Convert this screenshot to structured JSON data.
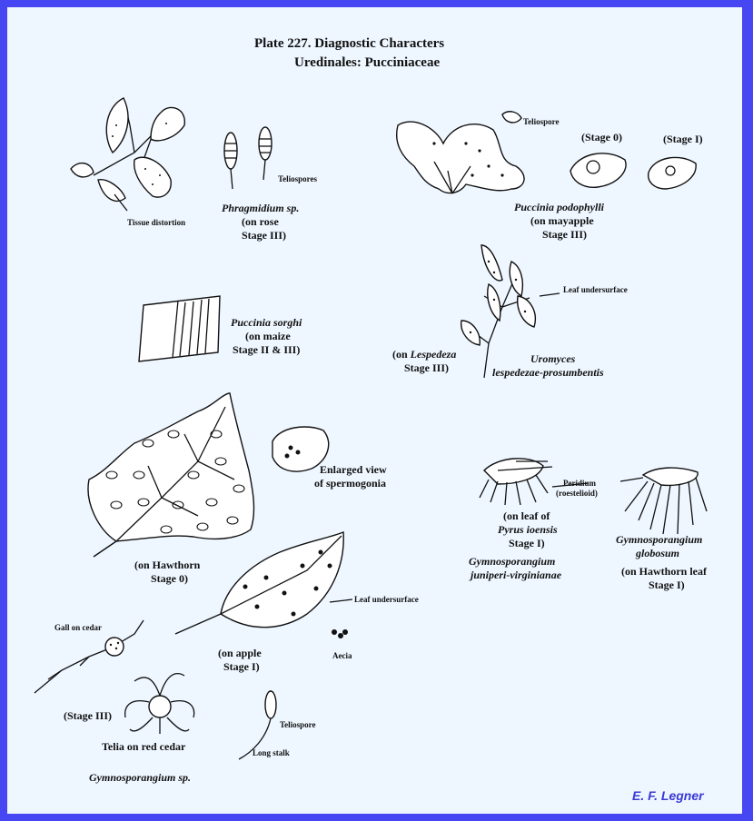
{
  "title": {
    "line1": "Plate 227.  Diagnostic Characters",
    "line2": "Uredinales:  Pucciniaceae"
  },
  "phragmidium": {
    "tissue_label": "Tissue distortion",
    "teliospores_label": "Teliospores",
    "name": "Phragmidium sp.",
    "host": "(on rose",
    "stage": "Stage III)"
  },
  "podophylli": {
    "teliospore_label": "Teliospore",
    "stage0": "(Stage 0)",
    "stage1": "(Stage I)",
    "name": "Puccinia podophylli",
    "host": "(on mayapple",
    "stage": "Stage III)"
  },
  "sorghi": {
    "name": "Puccinia sorghi",
    "host": "(on maize",
    "stage": "Stage II & III)"
  },
  "uromyces": {
    "underside_label": "Leaf undersurface",
    "host_prefix": "(on ",
    "host_genus": "Lespedeza",
    "stage": "Stage III)",
    "name1": "Uromyces",
    "name2": "lespedezae-prosumbentis"
  },
  "hawthorn": {
    "enlarged1": "Enlarged view",
    "enlarged2": "of spermogonia",
    "host": "(on Hawthorn",
    "stage": "Stage 0)"
  },
  "apple": {
    "underside_label": "Leaf undersurface",
    "host": "(on apple",
    "stage": "Stage I)",
    "aecia_label": "Aecia"
  },
  "cedar": {
    "gall_label": "Gall on cedar",
    "stage": "(Stage III)",
    "telia_label": "Telia on red cedar",
    "teliospore_label": "Teliospore",
    "stalk_label": "Long stalk",
    "name": "Gymnosporangium sp."
  },
  "juniperi": {
    "peridium1": "Peridium",
    "peridium2": "(roestelioid)",
    "host1": "(on leaf of",
    "host2": "Pyrus ioensis",
    "stage": "Stage I)",
    "name1": "Gymnosporangium",
    "name2": "juniperi-virginianae"
  },
  "globosum": {
    "name1": "Gymnosporangium",
    "name2": "globosum",
    "host": "(on Hawthorn leaf",
    "stage": "Stage I)"
  },
  "signature": "E. F. Legner",
  "colors": {
    "border": "#4646f2",
    "background": "#eef6ff",
    "signature": "#3a3ad8"
  }
}
